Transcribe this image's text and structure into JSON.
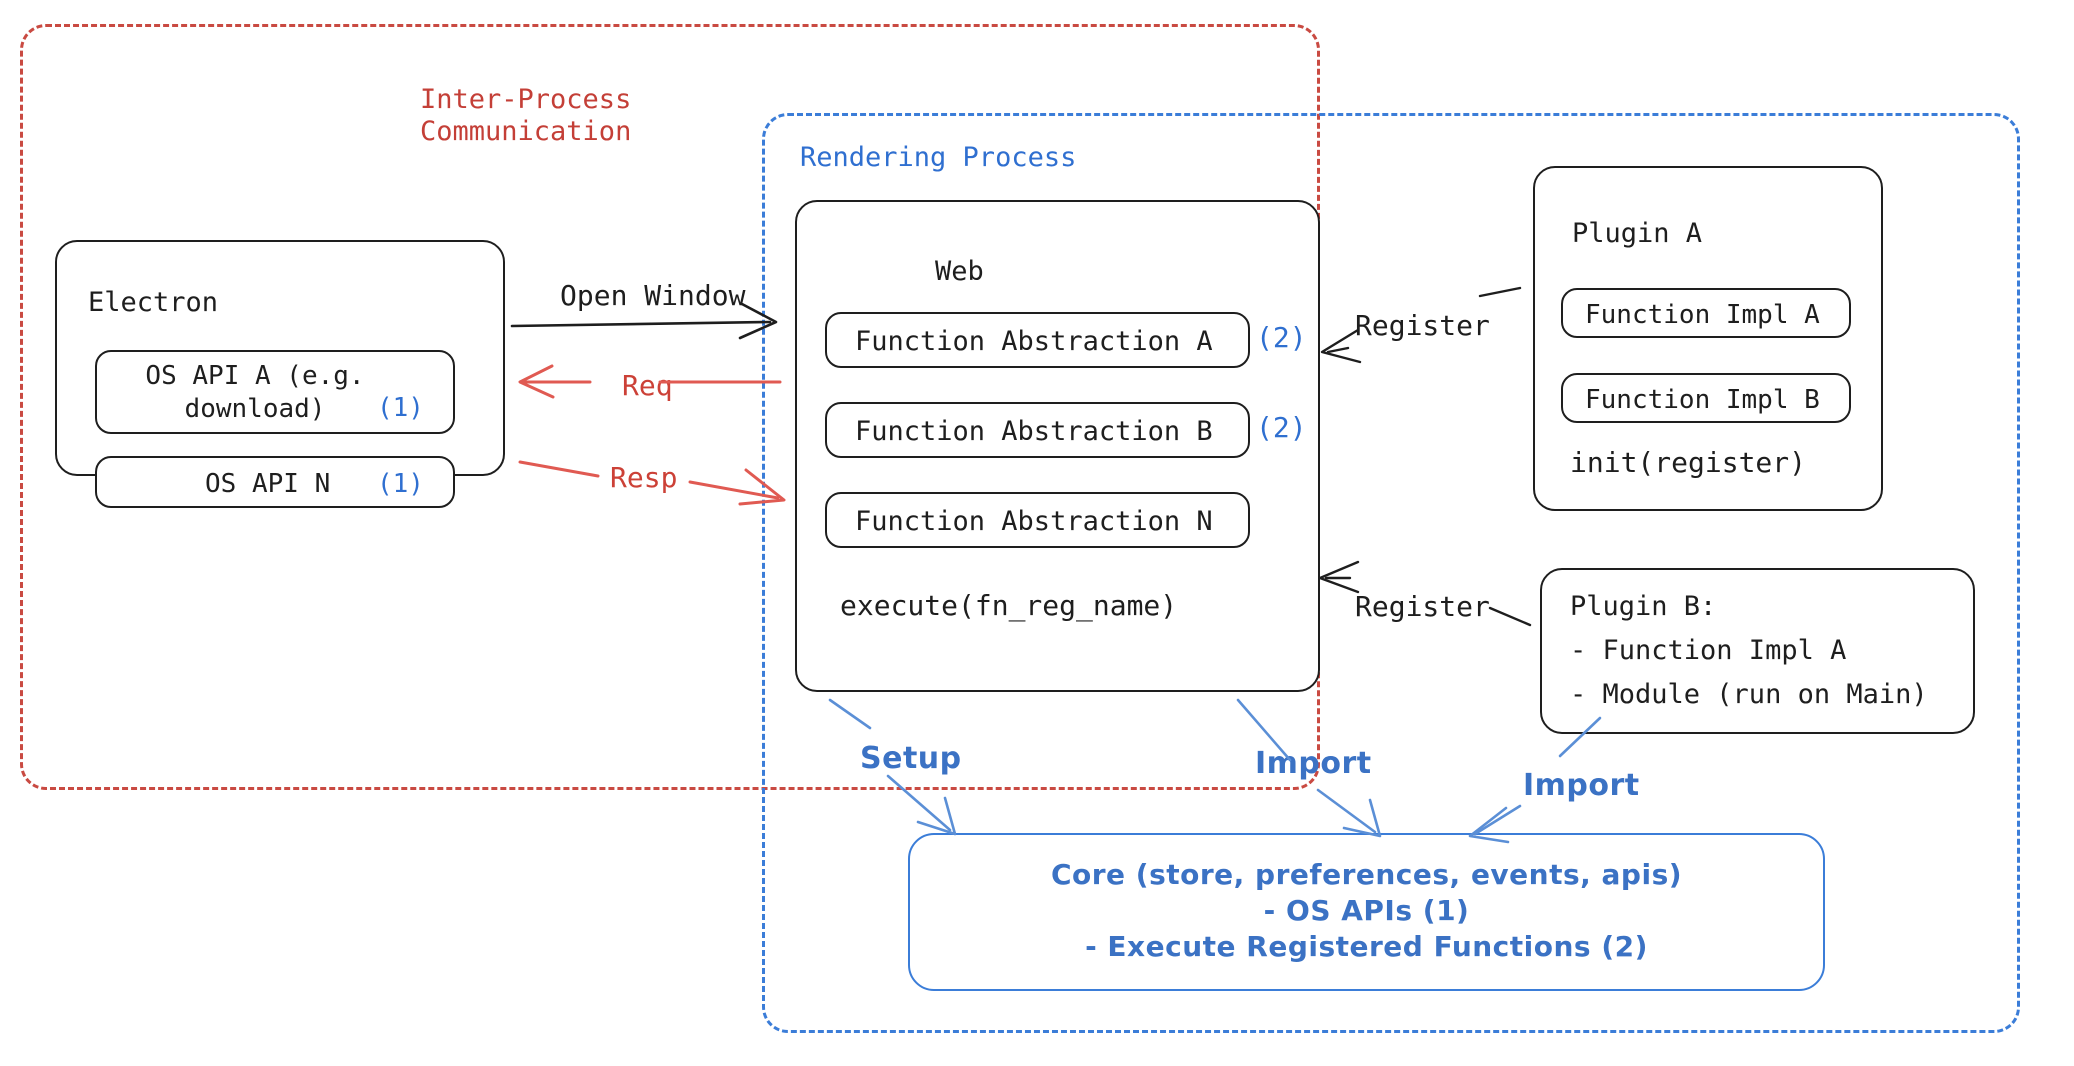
{
  "diagram": {
    "title": "Electron plugin architecture",
    "colors": {
      "ipc_red": "#c43f37",
      "render_blue": "#2f6fd0",
      "core_blue": "#3b72c4",
      "ink": "#1e1e1e"
    }
  },
  "groups": {
    "ipc": {
      "title": "Inter-Process\nCommunication"
    },
    "rendering": {
      "title": "Rendering Process"
    }
  },
  "electron": {
    "title": "Electron",
    "apis": [
      {
        "label": "OS API A (e.g.\ndownload)",
        "marker": "(1)"
      },
      {
        "label": "OS API N",
        "marker": "(1)"
      }
    ]
  },
  "web": {
    "title": "Web",
    "abstractions": [
      {
        "label": "Function Abstraction A",
        "marker": "(2)"
      },
      {
        "label": "Function Abstraction B",
        "marker": "(2)"
      },
      {
        "label": "Function Abstraction N",
        "marker": ""
      }
    ],
    "execute": "execute(fn_reg_name)"
  },
  "plugin_a": {
    "title": "Plugin A",
    "items": [
      "Function Impl A",
      "Function Impl B"
    ],
    "init": "init(register)"
  },
  "plugin_b": {
    "lines": [
      "Plugin B:",
      "- Function Impl A",
      "- Module (run on Main)"
    ]
  },
  "core": {
    "lines": [
      "Core (store, preferences, events, apis)",
      "- OS APIs (1)",
      "- Execute Registered Functions (2)"
    ]
  },
  "arrows": {
    "open_window": "Open Window",
    "req": "Req",
    "resp": "Resp",
    "register_a": "Register",
    "register_b": "Register",
    "setup": "Setup",
    "import_web": "Import",
    "import_plugin_b": "Import"
  }
}
